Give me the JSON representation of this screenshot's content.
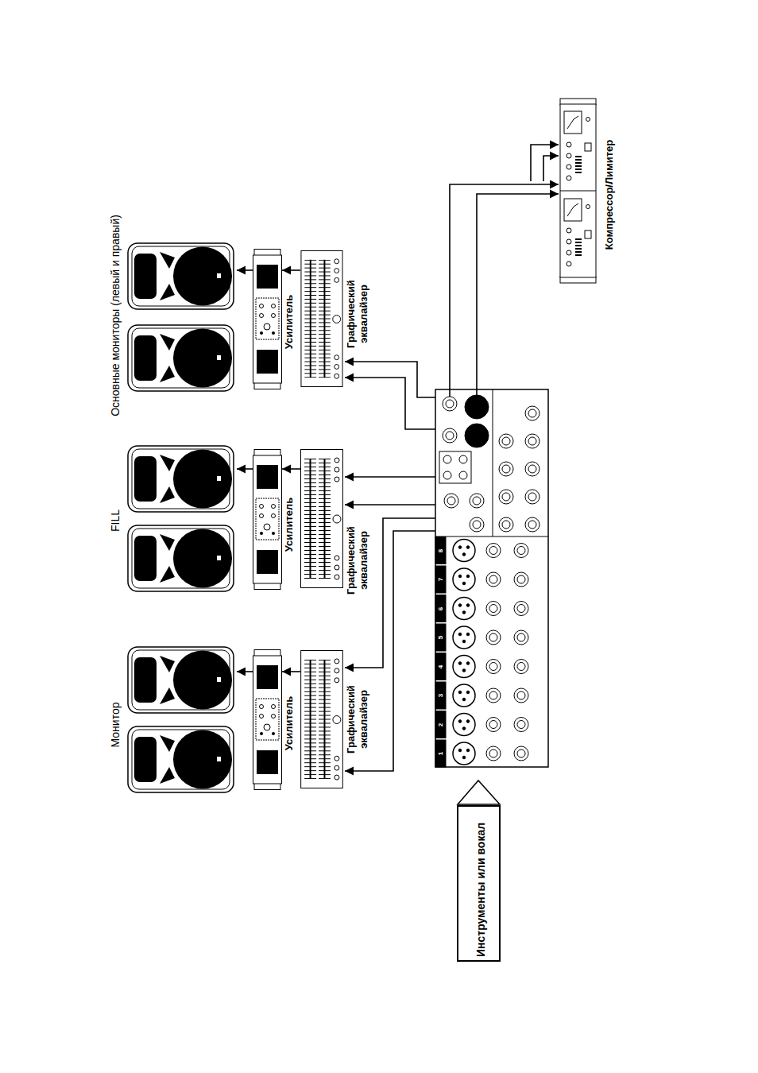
{
  "diagram": {
    "nodes": [
      {
        "text": [
          "Основные мониторы (левый и правый)"
        ]
      },
      {
        "text": [
          "FILL"
        ]
      },
      {
        "text": [
          "Монитор"
        ]
      },
      {
        "text": [
          "Усилитель"
        ]
      },
      {
        "text": [
          "Усилитель"
        ]
      },
      {
        "text": [
          "Усилитель"
        ]
      },
      {
        "text": [
          "Графический эквалайзер"
        ]
      },
      {
        "text": [
          "Графический эквалайзер"
        ]
      },
      {
        "text": [
          "Графический эквалайзер"
        ]
      },
      {
        "text": [
          "Компрессор/Лимитер"
        ]
      },
      {
        "text": [
          "Инструменты или вокал"
        ]
      }
    ],
    "edges": [
      {
        "from": 6,
        "to": 3,
        "arrow": "to"
      },
      {
        "from": 3,
        "to": 0,
        "arrow": "to"
      },
      {
        "from": 7,
        "to": 4,
        "arrow": "to"
      },
      {
        "from": 4,
        "to": 1,
        "arrow": "to"
      },
      {
        "from": 8,
        "to": 5,
        "arrow": "to"
      },
      {
        "from": 5,
        "to": 2,
        "arrow": "to"
      }
    ],
    "labels": [
      "1",
      "2",
      "3",
      "4",
      "5",
      "6",
      "7",
      "8"
    ]
  }
}
